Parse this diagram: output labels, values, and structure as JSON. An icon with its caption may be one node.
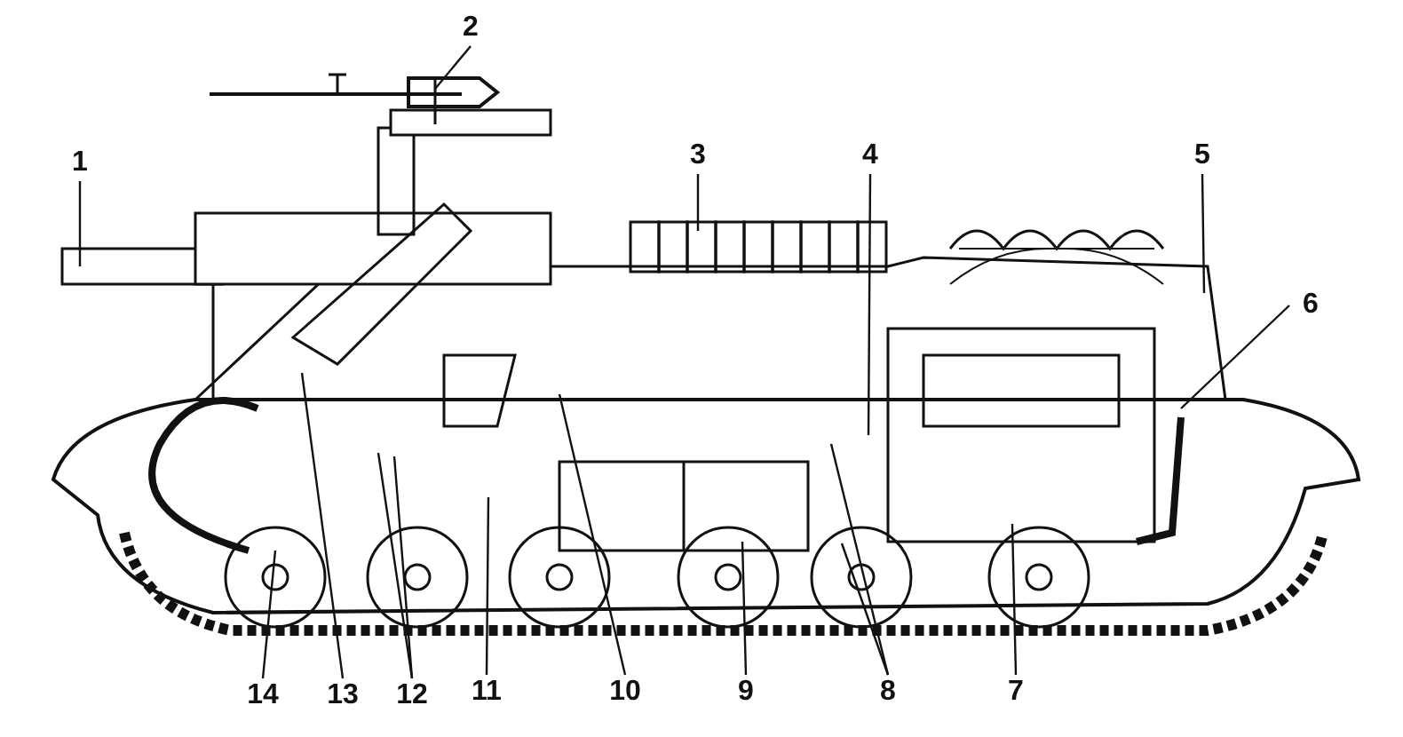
{
  "diagram": {
    "nodes": [
      {
        "text": [
          "1"
        ]
      },
      {
        "text": [
          "2"
        ]
      },
      {
        "text": [
          "3"
        ]
      },
      {
        "text": [
          "4"
        ]
      },
      {
        "text": [
          "5"
        ]
      },
      {
        "text": [
          "6"
        ]
      },
      {
        "text": [
          "7"
        ]
      },
      {
        "text": [
          "8"
        ]
      },
      {
        "text": [
          "9"
        ]
      },
      {
        "text": [
          "10"
        ]
      },
      {
        "text": [
          "11"
        ]
      },
      {
        "text": [
          "12"
        ]
      },
      {
        "text": [
          "13"
        ]
      },
      {
        "text": [
          "14"
        ]
      }
    ],
    "edges": [
      {
        "from": 0,
        "to": null,
        "arrow": "none"
      },
      {
        "from": 1,
        "to": null,
        "arrow": "none"
      },
      {
        "from": 2,
        "to": null,
        "arrow": "none"
      },
      {
        "from": 3,
        "to": null,
        "arrow": "none"
      },
      {
        "from": 4,
        "to": null,
        "arrow": "none"
      },
      {
        "from": 5,
        "to": null,
        "arrow": "none"
      },
      {
        "from": 6,
        "to": null,
        "arrow": "none"
      },
      {
        "from": 7,
        "to": null,
        "arrow": "none"
      },
      {
        "from": 7,
        "to": null,
        "arrow": "none"
      },
      {
        "from": 8,
        "to": null,
        "arrow": "none"
      },
      {
        "from": 9,
        "to": null,
        "arrow": "none"
      },
      {
        "from": 10,
        "to": null,
        "arrow": "none"
      },
      {
        "from": 11,
        "to": null,
        "arrow": "none"
      },
      {
        "from": 11,
        "to": null,
        "arrow": "none"
      },
      {
        "from": 12,
        "to": null,
        "arrow": "none"
      },
      {
        "from": 13,
        "to": null,
        "arrow": "none"
      }
    ]
  }
}
